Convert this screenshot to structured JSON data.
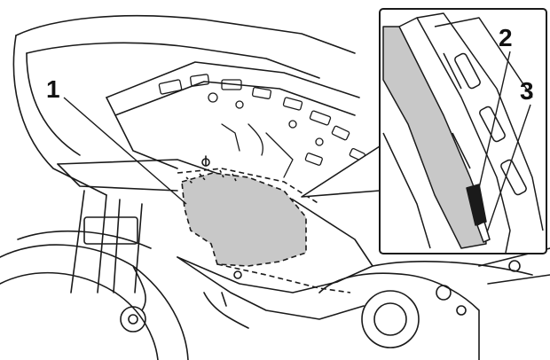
{
  "callouts": {
    "one": "1",
    "two": "2",
    "three": "3"
  },
  "colors": {
    "ink": "#1a1a1a",
    "panel_fill": "#c8c8c8",
    "background": "#ffffff"
  }
}
